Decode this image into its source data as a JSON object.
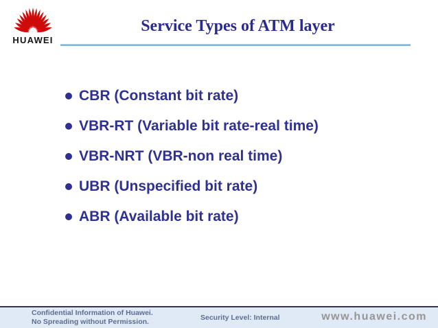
{
  "header": {
    "logo_text": "HUAWEI",
    "title": "Service Types of ATM layer"
  },
  "bullets": [
    "CBR (Constant bit rate)",
    "VBR-RT (Variable bit rate-real time)",
    "VBR-NRT (VBR-non real time)",
    "UBR (Unspecified bit rate)",
    "ABR (Available bit rate)"
  ],
  "footer": {
    "confidential_line1": "Confidential Information of Huawei.",
    "confidential_line2": "No Spreading without Permission.",
    "security_level": "Security Level: Internal",
    "website": "www.huawei.com"
  },
  "colors": {
    "title_navy": "#2b2b8c",
    "bullet_navy": "#2e3192",
    "underline_blue": "#7fb6d4",
    "footer_bg": "#e0eaf6",
    "footer_text": "#5d6d90",
    "footer_rule": "#33334d",
    "website_gray": "#969696",
    "logo_red": "#cf0a0a"
  }
}
